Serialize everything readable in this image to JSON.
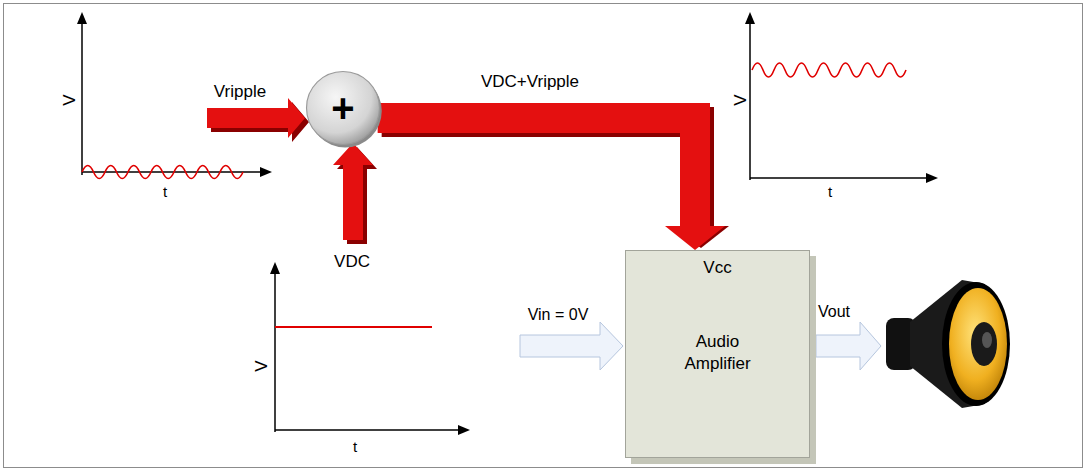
{
  "diagram": {
    "nodes": [
      {
        "text": [
          "+"
        ]
      },
      {
        "text": [
          "Vcc",
          "Audio Amplifier"
        ]
      }
    ],
    "edges": [
      {
        "from": 0,
        "to": 1,
        "arrow": "to",
        "label": "VDC+Vripple"
      }
    ],
    "labels": [
      "V",
      "t",
      "Vripple",
      "V",
      "t",
      "VDC",
      "V",
      "t",
      "Vin = 0V",
      "Vout"
    ]
  }
}
